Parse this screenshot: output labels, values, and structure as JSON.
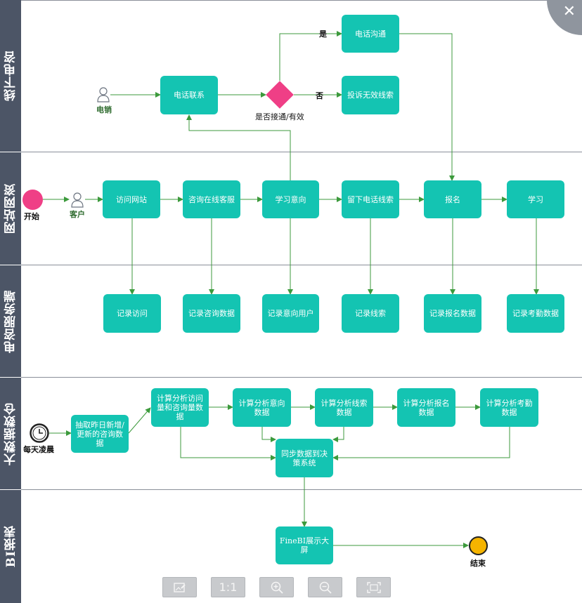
{
  "lanes": [
    "线下电咨",
    "网站网资",
    "电咨服务端",
    "大数据数仓",
    "BI报表"
  ],
  "events": {
    "start": "开始",
    "end": "结束",
    "daily": "每天凌晨"
  },
  "actors": {
    "sales": "电销",
    "customer": "客户"
  },
  "gateway": {
    "label": "是否接通/有效",
    "yes": "是",
    "no": "否"
  },
  "nodes": {
    "phone_contact": "电话联系",
    "phone_talk": "电话沟通",
    "complaint_invalid": "投诉无效线索",
    "visit_site": "访问网站",
    "consult_online": "咨询在线客服",
    "intent": "学习意向",
    "leave_phone": "留下电话线索",
    "enroll": "报名",
    "study": "学习",
    "rec_visit": "记录访问",
    "rec_consult": "记录咨询数据",
    "rec_intent": "记录意向用户",
    "rec_lead": "记录线索",
    "rec_enroll": "记录报名数据",
    "rec_attend": "记录考勤数据",
    "extract": "抽取昨日新增/更新的咨询数据",
    "calc_visit": "计算分析访问量和咨询量数据",
    "calc_intent": "计算分析意向数据",
    "calc_lead": "计算分析线索数据",
    "calc_enroll": "计算分析报名数据",
    "calc_attend": "计算分析考勤数据",
    "sync": "同步数据到决策系统",
    "fineb": "FineBI展示大屏"
  },
  "colors": {
    "node": "#14c4b2",
    "edge": "#3c9a3c",
    "lane_header": "#4c5566",
    "start": "#ef3f86",
    "gateway": "#ef3f86",
    "end": "#f5b400"
  },
  "toolbar": {
    "one_to_one": "1:1"
  },
  "icons": {
    "close": "close-icon",
    "image_edit": "image-edit-icon",
    "zoom_in": "zoom-in-icon",
    "zoom_out": "zoom-out-icon",
    "fit_screen": "fit-screen-icon",
    "clock": "clock-icon",
    "user": "user-icon"
  }
}
